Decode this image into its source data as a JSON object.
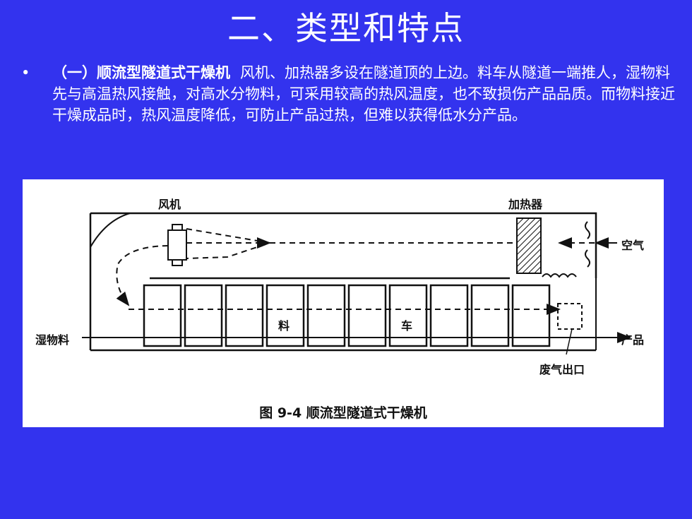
{
  "slide": {
    "title": "二、类型和特点",
    "bullet": {
      "marker": "•",
      "bold_text": "（一）顺流型隧道式干燥机",
      "body_text": "风机、加热器多设在隧道顶的上边。料车从隧道一端推人，湿物料先与高温热风接触，对高水分物料，可采用较高的热风温度，也不致损伤产品品质。而物料接近干燥成品时，热风温度降低，可防止产品过热，但难以获得低水分产品。"
    }
  },
  "figure": {
    "labels": {
      "fan": "风机",
      "heater": "加热器",
      "air": "空气",
      "wet_material": "湿物料",
      "product": "产品",
      "exhaust": "废气出口",
      "cart_char_1": "料",
      "cart_char_2": "车"
    },
    "caption": "图 9-4   顺流型隧道式干燥机"
  },
  "colors": {
    "background": "#3333ee",
    "text": "#ffffff",
    "figure_bg": "#ffffff",
    "ink": "#111111"
  }
}
